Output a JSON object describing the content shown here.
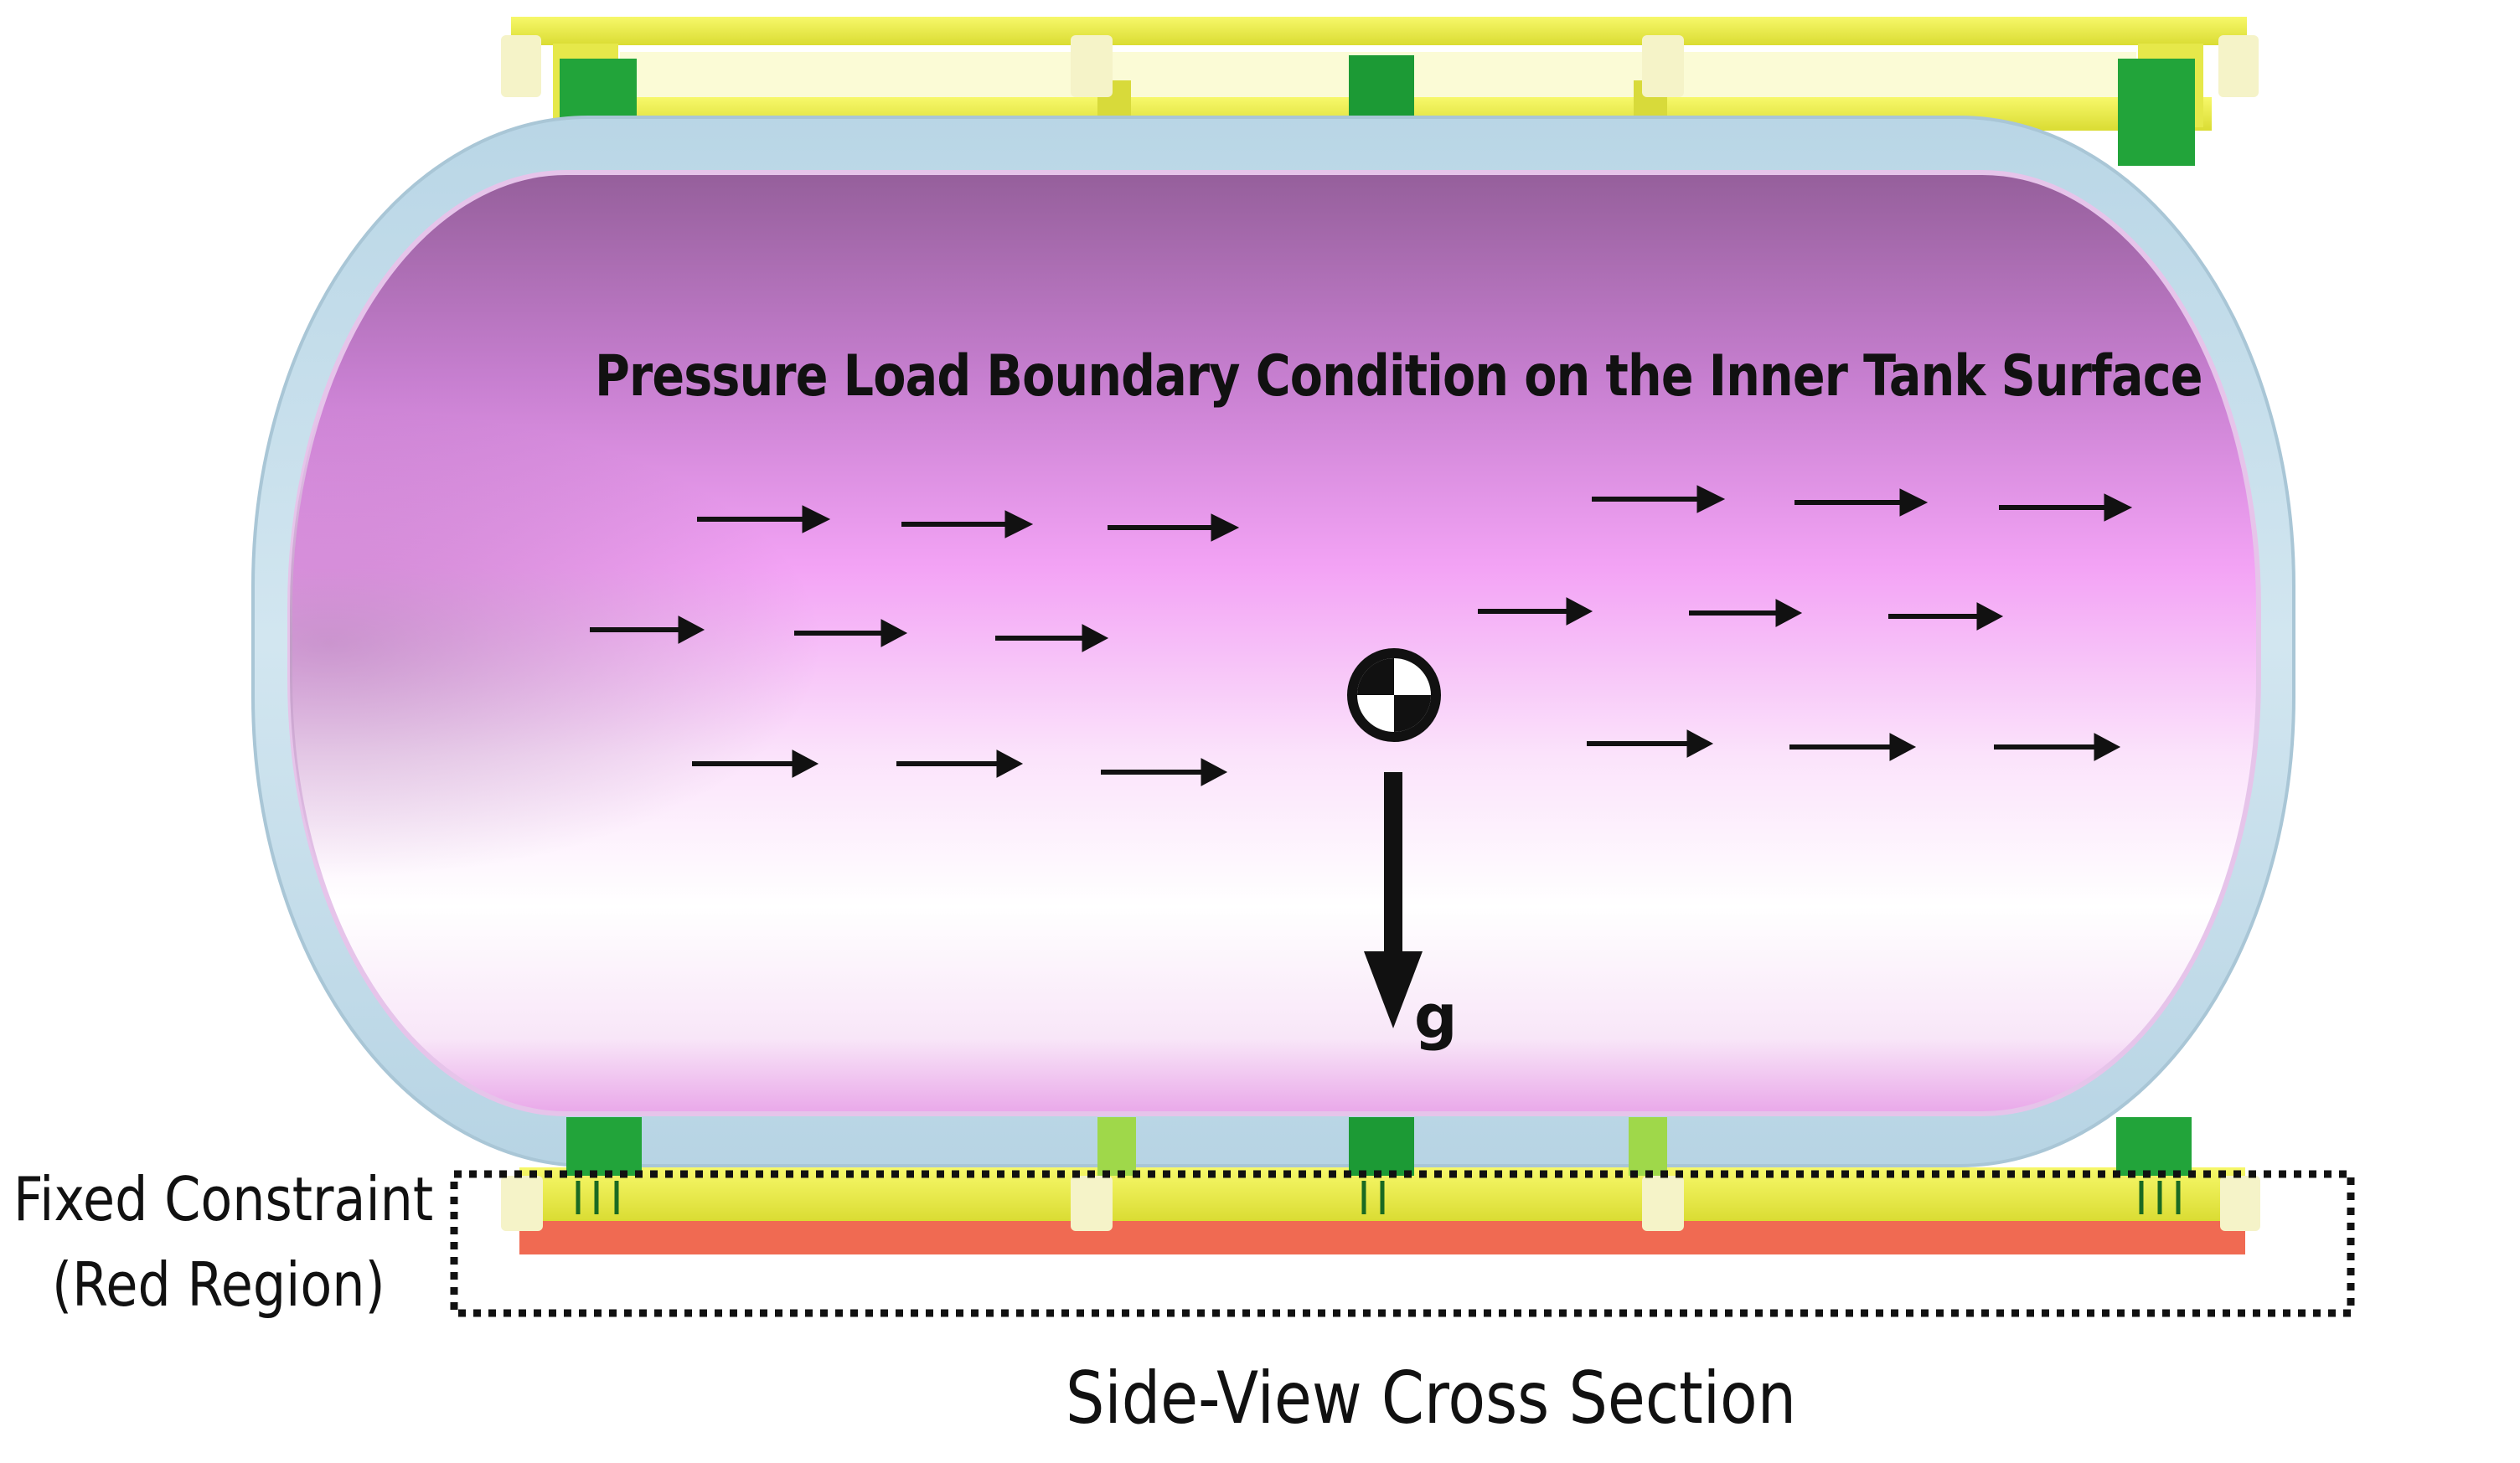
{
  "figure": {
    "pressure_label": "Pressure Load Boundary Condition on the Inner Tank Surface",
    "gravity_symbol": "g",
    "fixed_constraint": {
      "line1": "Fixed Constraint",
      "line2": "(Red Region)"
    },
    "caption": "Side-View Cross Section"
  },
  "colors": {
    "outer_shell": "#c3dce9",
    "inner_tank_top": "#9a62a0",
    "inner_tank_mid": "#f1a1f3",
    "inner_tank_bottom": "#ffffff",
    "saddle_frame": "#f0f25a",
    "support_block": "#1fae3a",
    "pad": "#f5f3c8",
    "fixed_region": "#f06a52",
    "arrow": "#111111",
    "constraint_box": "#111111"
  },
  "icons": {
    "center_of_gravity": "center-of-gravity-icon",
    "gravity_arrow": "gravity-arrow-icon",
    "pressure_arrow": "pressure-arrow-icon"
  },
  "pressure_arrow_count": 18
}
